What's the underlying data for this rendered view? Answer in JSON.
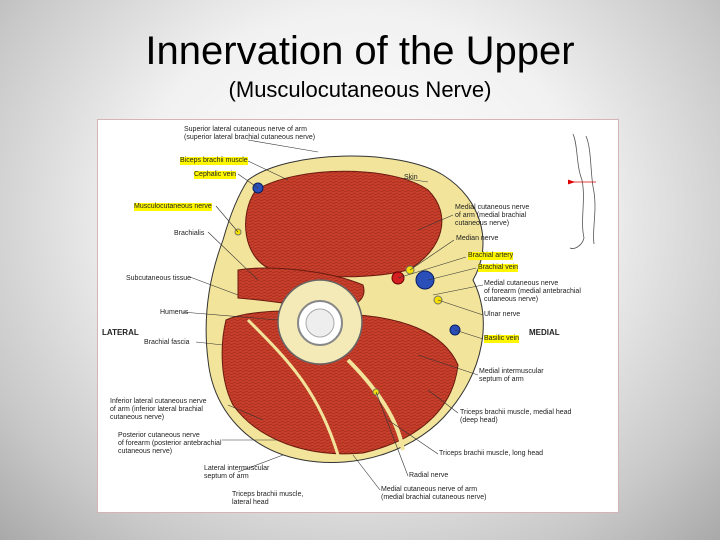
{
  "slide": {
    "title": "Innervation of the Upper",
    "subtitle": "(Musculocutaneous Nerve)"
  },
  "figure": {
    "orientation": {
      "lateral": "LATERAL",
      "medial": "MEDIAL"
    },
    "labels": {
      "superior_lateral_cutaneous": "Superior lateral cutaneous nerve of arm\n(superior lateral brachial cutaneous nerve)",
      "biceps": "Biceps brachii muscle",
      "cephalic_vein": "Cephalic vein",
      "musculocutaneous_nerve": "Musculocutaneous nerve",
      "brachialis": "Brachialis",
      "subcutaneous_tissue": "Subcutaneous tissue",
      "humerus": "Humerus",
      "brachial_fascia": "Brachial fascia",
      "inferior_lateral_cutaneous": "Inferior lateral cutaneous nerve\nof arm (inferior lateral brachial\ncutaneous nerve)",
      "posterior_cutaneous_forearm": "Posterior cutaneous nerve\nof forearm (posterior antebrachial\ncutaneous nerve)",
      "lateral_intermuscular_septum": "Lateral intermuscular\nseptum of arm",
      "triceps_lateral_head": "Triceps brachii muscle,\nlateral head",
      "skin": "Skin",
      "medial_cutaneous_arm_top": "Medial cutaneous nerve\nof arm (medial brachial\ncutaneous nerve)",
      "median_nerve": "Median nerve",
      "brachial_artery": "Brachial artery",
      "brachial_vein": "Brachial vein",
      "medial_cutaneous_forearm": "Medial cutaneous nerve\nof forearm (medial antebrachial\ncutaneous nerve)",
      "ulnar_nerve": "Ulnar nerve",
      "basilic_vein": "Basilic vein",
      "medial_intermuscular_septum": "Medial intermuscular\nseptum of arm",
      "triceps_medial_head": "Triceps brachii muscle, medial head\n(deep head)",
      "triceps_long_head": "Triceps brachii muscle, long head",
      "radial_nerve": "Radial nerve",
      "medial_cutaneous_arm_bottom": "Medial cutaneous nerve of arm\n(medial brachial cutaneous nerve)"
    },
    "colors": {
      "highlight": "#fff700",
      "muscle": "#c8402c",
      "fat": "#f2e49a",
      "bone": "#f4eab8",
      "nerve": "#f5e000",
      "artery": "#d42020",
      "vein": "#2a4fb8"
    }
  }
}
